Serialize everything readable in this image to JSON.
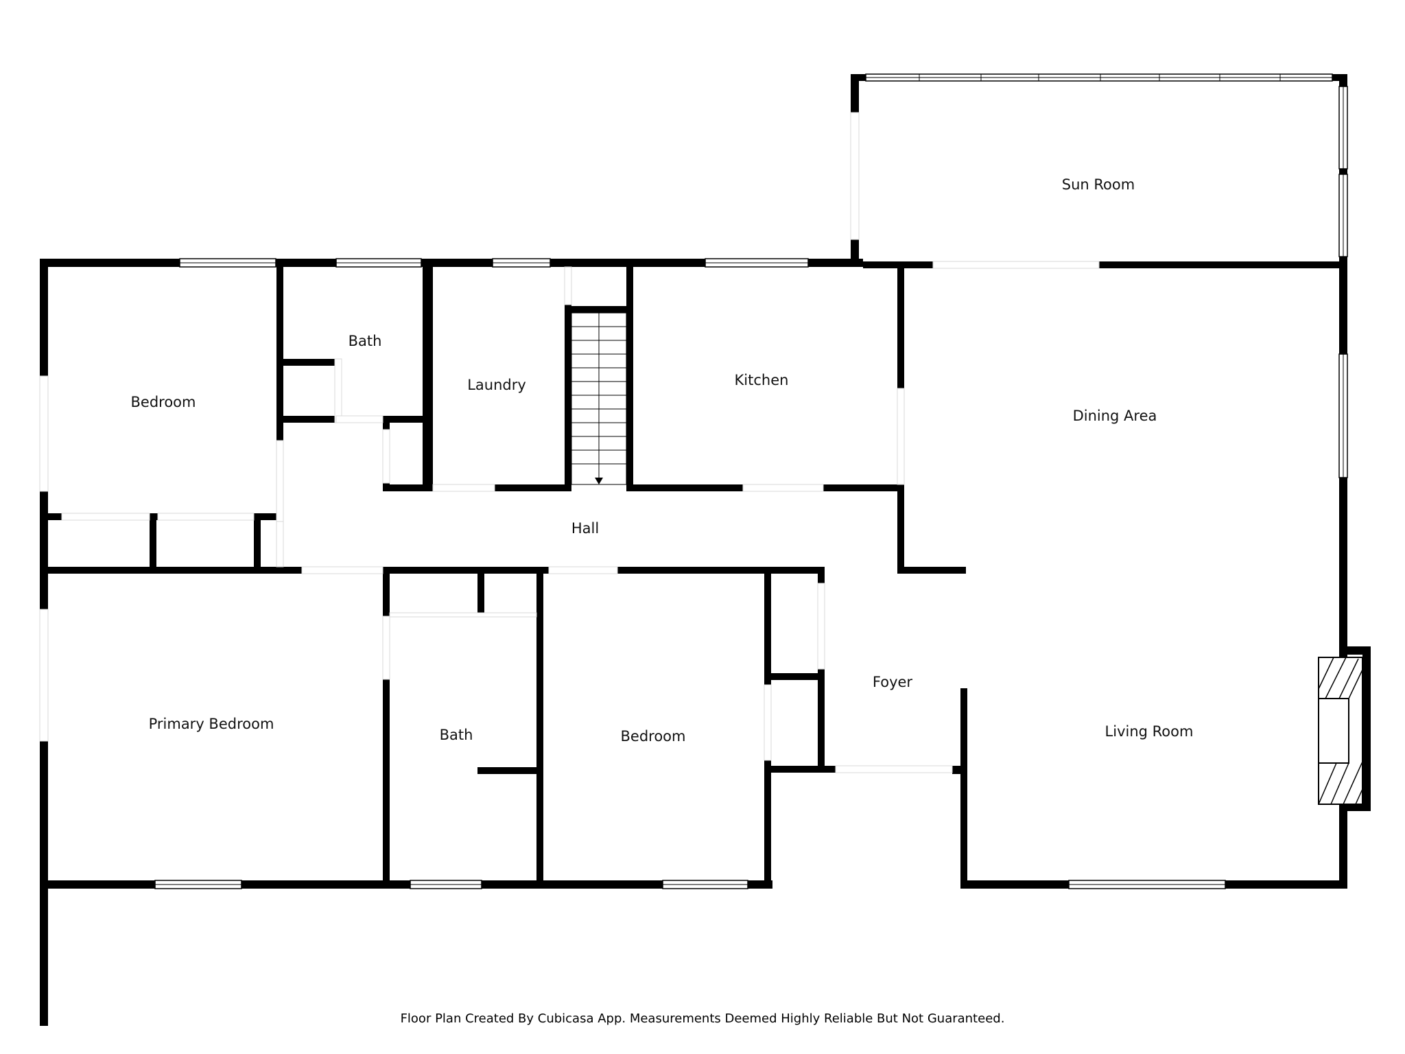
{
  "rooms": {
    "sun_room": "Sun Room",
    "bedroom_nw": "Bedroom",
    "bath_north": "Bath",
    "laundry": "Laundry",
    "kitchen": "Kitchen",
    "dining_area": "Dining Area",
    "hall": "Hall",
    "primary_bedroom": "Primary Bedroom",
    "bath_south": "Bath",
    "bedroom_south": "Bedroom",
    "foyer": "Foyer",
    "living_room": "Living Room"
  },
  "footer": {
    "disclaimer": "Floor Plan Created By Cubicasa App. Measurements Deemed Highly Reliable But Not Guaranteed."
  },
  "colors": {
    "wall": "#000000",
    "background": "#ffffff"
  }
}
